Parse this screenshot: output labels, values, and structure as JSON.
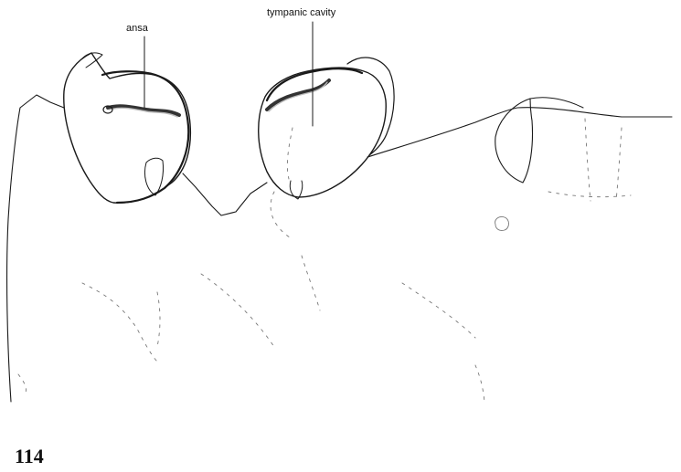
{
  "labels": {
    "ansa": "ansa",
    "tympanic_cavity": "tympanic cavity"
  },
  "figure_number": "114",
  "colors": {
    "ink": "#1a1a1a",
    "background": "#ffffff"
  }
}
